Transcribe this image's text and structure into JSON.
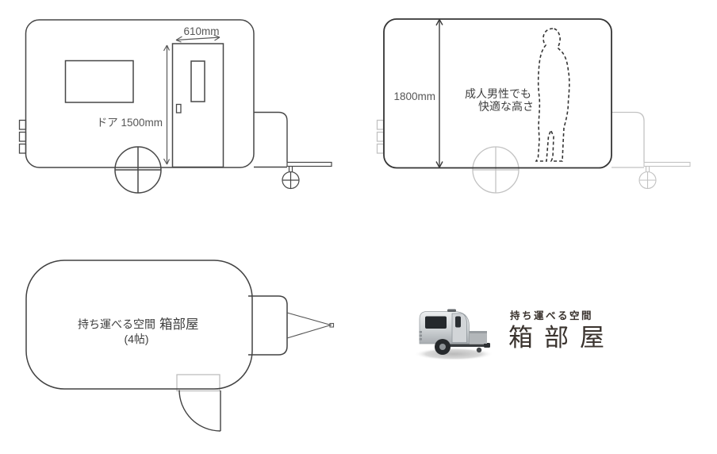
{
  "page": {
    "description": "Technical drawings and logo of a portable trailer room",
    "background_color": "#ffffff"
  },
  "side_view_door": {
    "labels": {
      "door_width": "610mm",
      "door_height": "ドア 1500mm"
    }
  },
  "side_view_height": {
    "labels": {
      "interior_height": "1800mm",
      "comfort_line1": "成人男性でも",
      "comfort_line2": "快適な高さ"
    }
  },
  "plan_view": {
    "labels": {
      "caption_prefix": "持ち運べる空間",
      "caption_brand": "箱部屋",
      "caption_sub": "(4帖)"
    }
  },
  "logo": {
    "tagline": "持ち運べる空間",
    "brand": "箱部屋"
  },
  "colors": {
    "line_dark": "#474747",
    "line_darker": "#353535",
    "line_light_gray": "#c2c2c2",
    "dim_text": "#565656",
    "logo_text": "#3a332e",
    "trailer_body_silver": "#d9dbdd",
    "trailer_window_dark": "#24282c"
  }
}
